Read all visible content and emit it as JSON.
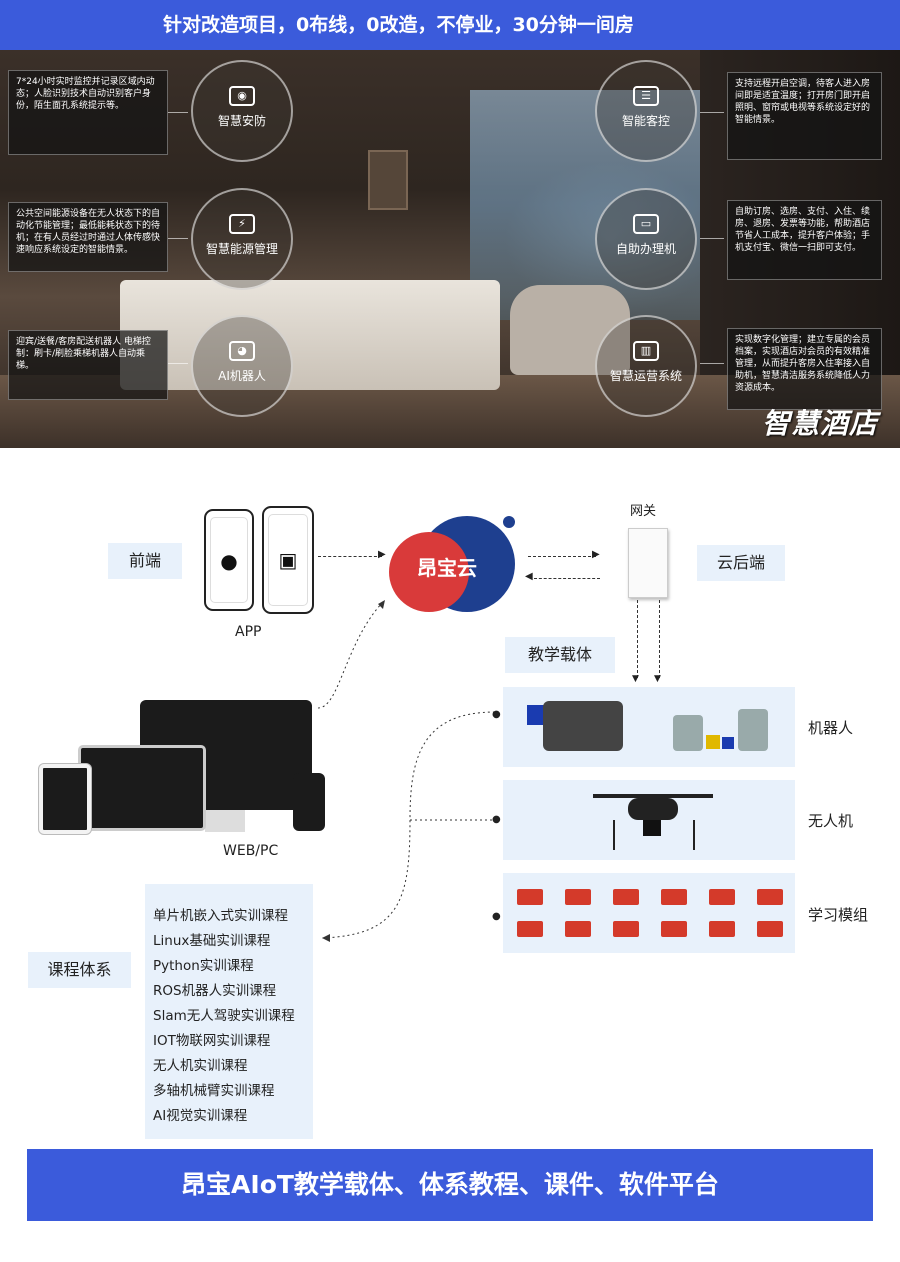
{
  "banner_top": "针对改造项目，0布线，0改造，不停业，30分钟一间房",
  "hotel": {
    "brand": "智慧酒店",
    "features": [
      {
        "title": "智慧安防",
        "desc": "7*24小时实时监控并记录区域内动态；人脸识别技术自动识别客户身份，陌生面孔系统提示等。",
        "icon": "camera-icon"
      },
      {
        "title": "智能客控",
        "desc": "支持远程开启空调，待客人进入房间即是适宜温度；打开房门即开启照明、窗帘或电视等系统设定好的智能情景。",
        "icon": "air-conditioner-icon"
      },
      {
        "title": "智慧能源管理",
        "desc": "公共空间能源设备在无人状态下的自动化节能管理；最低能耗状态下的待机；在有人员经过时通过人体传感快速响应系统设定的智能情景。",
        "icon": "energy-icon"
      },
      {
        "title": "自助办理机",
        "desc": "自助订房、选房、支付、入住、续房、退房、发票等功能，帮助酒店节省人工成本，提升客户体验；手机支付宝、微信一扫即可支付。",
        "icon": "kiosk-icon"
      },
      {
        "title": "AI机器人",
        "desc": "迎宾/送餐/客房配送机器人\n电梯控制：刷卡/刷脸乘梯机器人自动乘梯。",
        "icon": "robot-icon"
      },
      {
        "title": "智慧运营系统",
        "desc": "实现数字化管理；建立专属的会员档案，实现酒店对会员的有效精准管理，从而提升客房入住率接入自助机，智慧清洁服务系统降低人力资源成本。",
        "icon": "chart-icon"
      }
    ]
  },
  "diagram": {
    "frontend_label": "前端",
    "app_label": "APP",
    "cloud_label": "昂宝云",
    "gateway_label": "网关",
    "cloud_backend_label": "云后端",
    "teaching_carrier_label": "教学载体",
    "web_pc_label": "WEB/PC",
    "course_system_label": "课程体系",
    "carriers": [
      {
        "label": "机器人"
      },
      {
        "label": "无人机"
      },
      {
        "label": "学习模组"
      }
    ],
    "courses": [
      "单片机嵌入式实训课程",
      "Linux基础实训课程",
      "Python实训课程",
      "ROS机器人实训课程",
      "Slam无人驾驶实训课程",
      "IOT物联网实训课程",
      "无人机实训课程",
      "多轴机械臂实训课程",
      "AI视觉实训课程"
    ]
  },
  "banner_bottom": "昂宝AIoT教学载体、体系教程、课件、软件平台",
  "colors": {
    "banner": "#3b5bdb",
    "cloud_red": "#d93a3a",
    "cloud_blue": "#1e3f8f",
    "label_bg": "#e8f1fb"
  }
}
